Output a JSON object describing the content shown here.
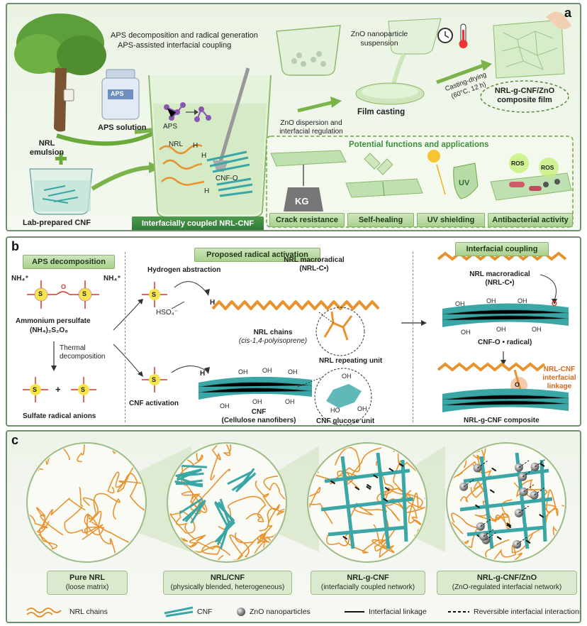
{
  "panel_a": {
    "label": "a",
    "aps_decomp": "APS decomposition and radical generation",
    "aps_coupling": "APS-assisted interfacial coupling",
    "zno_suspension_1": "ZnO nanoparticle",
    "zno_suspension_2": "suspension",
    "aps_bottle": "APS",
    "aps_solution": "APS solution",
    "nrl_emulsion_1": "NRL",
    "nrl_emulsion_2": "emulsion",
    "lab_cnf": "Lab-prepared CNF",
    "beaker_aps": "APS",
    "beaker_nrl": "NRL",
    "beaker_h1": "H",
    "beaker_h2": "H",
    "beaker_h3": "H",
    "beaker_cnfo": "CNF-O",
    "coupled_banner": "Interfacially coupled NRL-CNF",
    "zno_dispersion_1": "ZnO dispersion and",
    "zno_dispersion_2": "interfacial regulation",
    "film_casting": "Film casting",
    "casting_drying_1": "Casting-drying",
    "casting_drying_2": "(60°C, 12 h)",
    "composite_film_1": "NRL-g-CNF/ZnO",
    "composite_film_2": "composite film",
    "potential_title": "Potential functions and applications",
    "kg": "KG",
    "uv": "UV",
    "ros1": "ROS",
    "ros2": "ROS",
    "apps": [
      "Crack resistance",
      "Self-healing",
      "UV shielding",
      "Antibacterial activity"
    ]
  },
  "panel_b": {
    "label": "b",
    "aps_decomposition": "APS decomposition",
    "radical_activation": "Proposed radical activation",
    "interfacial_coupling": "Interfacial coupling",
    "nh4_left": "NH₄⁺",
    "nh4_right": "NH₄⁺",
    "s": "S",
    "o": "O",
    "ammonium_persulfate": "Ammonium persulfate",
    "formula": "(NH₄)₂S₂O₈",
    "thermal_1": "Thermal",
    "thermal_2": "decomposition",
    "plus": "+",
    "sulfate_radicals": "Sulfate radical anions",
    "hydrogen_abstraction": "Hydrogen abstraction",
    "hso4": "HSO₄⁻",
    "nrl_macroradical_1": "NRL macroradical",
    "nrl_macroradical_2": "(NRL-C•)",
    "nrl_chains_1": "NRL chains",
    "nrl_chains_2": "(cis-1,4-polyisoprene)",
    "nrl_repeating": "NRL repeating unit",
    "cnf_activation": "CNF activation",
    "oh": "OH",
    "h": "H",
    "cnf_1": "CNF",
    "cnf_2": "(Cellulose nanofibers)",
    "cnf_glucose": "CNF glucose unit",
    "ho": "HO",
    "right_macroradical_1": "NRL macroradical",
    "right_macroradical_2": "(NRL-C•)",
    "cnf_o_radical": "CNF-O • radical)",
    "linkage_1": "NRL-CNF",
    "linkage_2": "interfacial",
    "linkage_3": "linkage",
    "composite": "NRL-g-CNF composite"
  },
  "panel_c": {
    "label": "c",
    "circles": [
      {
        "title": "Pure NRL",
        "sub": "(loose matrix)"
      },
      {
        "title": "NRL/CNF",
        "sub": "(physically blended, heterogeneous)"
      },
      {
        "title": "NRL-g-CNF",
        "sub": "(interfacially coupled network)"
      },
      {
        "title": "NRL-g-CNF/ZnO",
        "sub": "(ZnO-regulated interfacial network)"
      }
    ],
    "legend": {
      "nrl": "NRL chains",
      "cnf": "CNF",
      "zno": "ZnO nanoparticles",
      "linkage": "Interfacial linkage",
      "reversible": "Reversible interfacial interactions"
    }
  },
  "colors": {
    "nrl": "#e8922e",
    "cnf": "#3aa6a6",
    "green_dark": "#2f7a36",
    "green_light": "#cfe6bd",
    "radical": "#d06a1e"
  }
}
